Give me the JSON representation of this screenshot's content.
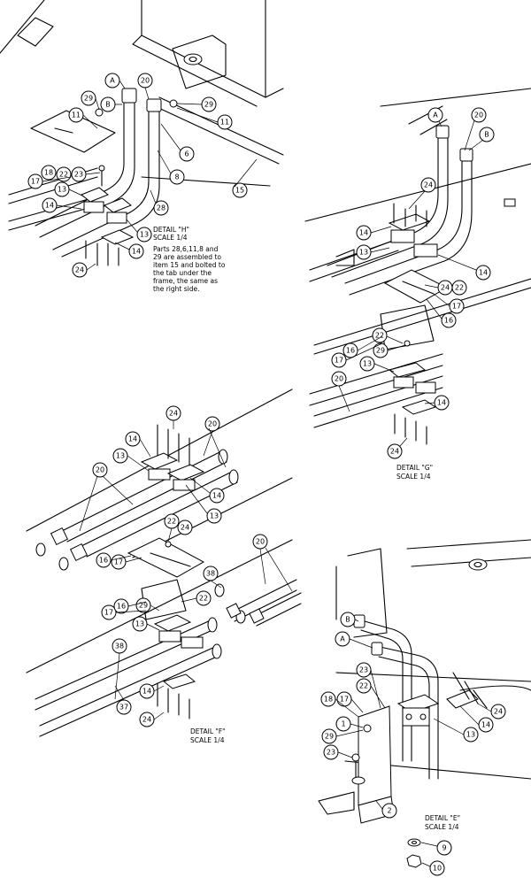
{
  "details": {
    "H": {
      "title": "DETAIL \"H\"",
      "scale": "SCALE 1/4",
      "note_lines": [
        "Parts 28,6,11,8 and",
        "29 are assembled to",
        "item 15 and bolted to",
        "the tab under the",
        "frame, the same as",
        "the right side."
      ],
      "callouts": [
        "A",
        "20",
        "29",
        "B",
        "11",
        "29",
        "11",
        "6",
        "8",
        "15",
        "28",
        "17",
        "18",
        "22",
        "23",
        "13",
        "14",
        "13",
        "14",
        "24"
      ]
    },
    "G": {
      "title": "DETAIL \"G\"",
      "scale": "SCALE 1/4",
      "callouts": [
        "A",
        "20",
        "B",
        "24",
        "14",
        "13",
        "14",
        "24",
        "22",
        "16",
        "17",
        "16",
        "22",
        "17",
        "29",
        "13",
        "20",
        "14",
        "24"
      ]
    },
    "F": {
      "title": "DETAIL \"F\"",
      "scale": "SCALE 1/4",
      "callouts": [
        "24",
        "20",
        "14",
        "13",
        "20",
        "14",
        "13",
        "22",
        "24",
        "20",
        "16",
        "17",
        "38",
        "17",
        "16",
        "22",
        "29",
        "13",
        "38",
        "14",
        "37",
        "24"
      ]
    },
    "E": {
      "title": "DETAIL \"E\"",
      "scale": "SCALE 1/4",
      "callouts": [
        "B",
        "A",
        "23",
        "22",
        "18",
        "17",
        "24",
        "14",
        "13",
        "1",
        "29",
        "23",
        "2",
        "9",
        "10"
      ]
    }
  }
}
